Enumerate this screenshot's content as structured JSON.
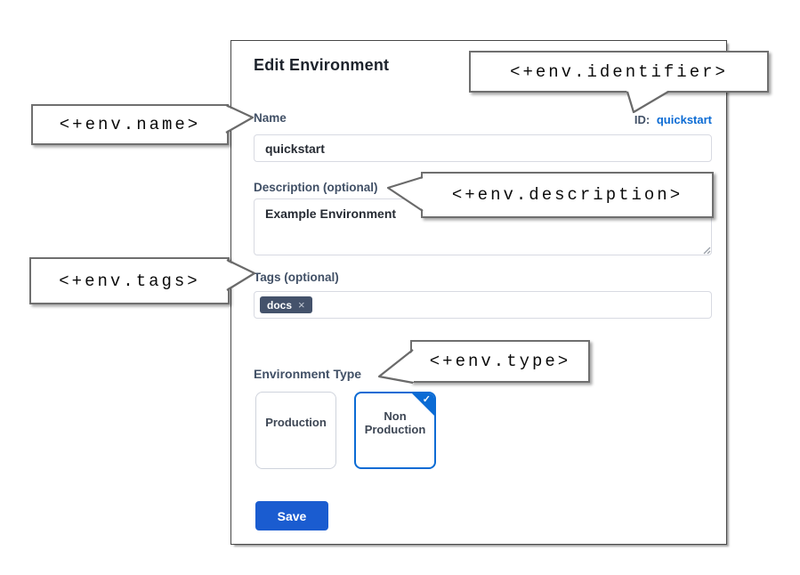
{
  "panel": {
    "title": "Edit Environment",
    "identifier_row": {
      "label": "ID:",
      "value": "quickstart"
    },
    "name_field": {
      "label": "Name",
      "value": "quickstart"
    },
    "description_field": {
      "label": "Description (optional)",
      "value": "Example Environment"
    },
    "tags_field": {
      "label": "Tags (optional)",
      "tags": [
        {
          "text": "docs",
          "remove_icon": "×"
        }
      ]
    },
    "environment_type": {
      "label": "Environment Type",
      "options": [
        {
          "label": "Production",
          "selected": false
        },
        {
          "label": "Non Production",
          "selected": true
        }
      ],
      "selected_check_icon": "✓"
    },
    "save_button": "Save"
  },
  "callouts": {
    "identifier": "<+env.identifier>",
    "name": "<+env.name>",
    "description": "<+env.description>",
    "tags": "<+env.tags>",
    "type": "<+env.type>"
  },
  "colors": {
    "link_blue": "#0b6bd4",
    "selected_card_blue": "#0b6bd4",
    "save_button_blue": "#1a5cd0",
    "tag_chip_bg": "#44526b",
    "label_color": "#415066"
  }
}
